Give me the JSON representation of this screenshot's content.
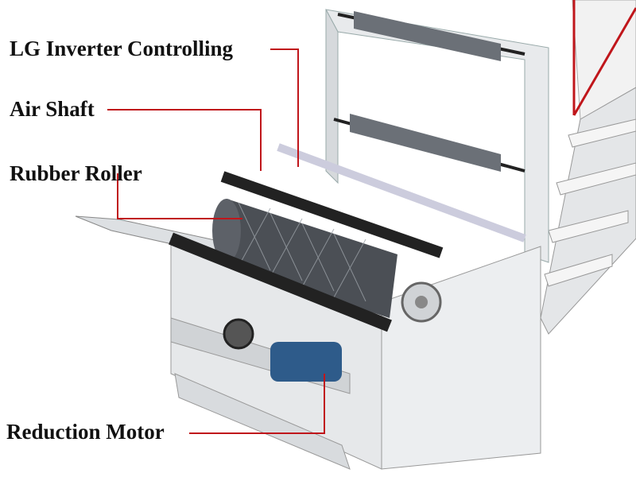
{
  "labels": {
    "inverter": "LG Inverter Controlling",
    "air_shaft": "Air Shaft",
    "rubber_roller": "Rubber Roller",
    "reduction_motor": "Reduction Motor"
  },
  "colors": {
    "leader_line": "#c0161b",
    "frame": "#e6e8ea",
    "roller": "#555a60",
    "motor": "#2e5b8a"
  }
}
